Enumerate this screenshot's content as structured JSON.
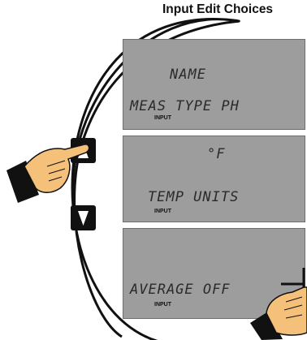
{
  "title": "Input Edit Choices",
  "screens": [
    {
      "line1": "NAME",
      "line2": "MEAS TYPE PH",
      "tag": "INPUT"
    },
    {
      "line1": "°F",
      "line2": "TEMP UNITS",
      "tag": "INPUT"
    },
    {
      "line1": "",
      "line2": "AVERAGE   OFF",
      "tag": "INPUT"
    }
  ],
  "colors": {
    "lcd": "#9d9d9d",
    "ink": "#111111",
    "skin": "#f4c07a"
  },
  "icons": [
    "up-arrow-icon",
    "down-arrow-icon",
    "pointing-hand-icon"
  ]
}
